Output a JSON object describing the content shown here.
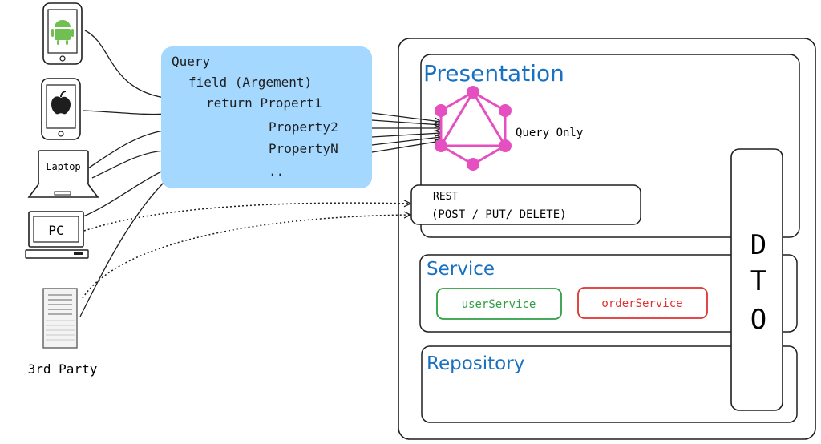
{
  "query_box": {
    "lines": [
      "Query",
      "field (Argement)",
      "return Propert1",
      "Property2",
      "PropertyN",
      ".."
    ]
  },
  "clients": {
    "laptop_label": "Laptop",
    "pc_label": "PC",
    "third_party_label": "3rd Party"
  },
  "presentation": {
    "title": "Presentation",
    "graphql_note": "Query Only",
    "rest_title": "REST",
    "rest_methods": "(POST / PUT/ DELETE)"
  },
  "service": {
    "title": "Service",
    "user_service": "userService",
    "order_service": "orderService"
  },
  "repository": {
    "title": "Repository"
  },
  "dto": {
    "letters": [
      "D",
      "T",
      "O"
    ]
  },
  "colors": {
    "query_box": "#a5d8ff",
    "graphql": "#e64fbf",
    "title_blue": "#1971c2",
    "user_service": "#2f9e44",
    "order_service": "#e03131",
    "android": "#6fbf52"
  }
}
